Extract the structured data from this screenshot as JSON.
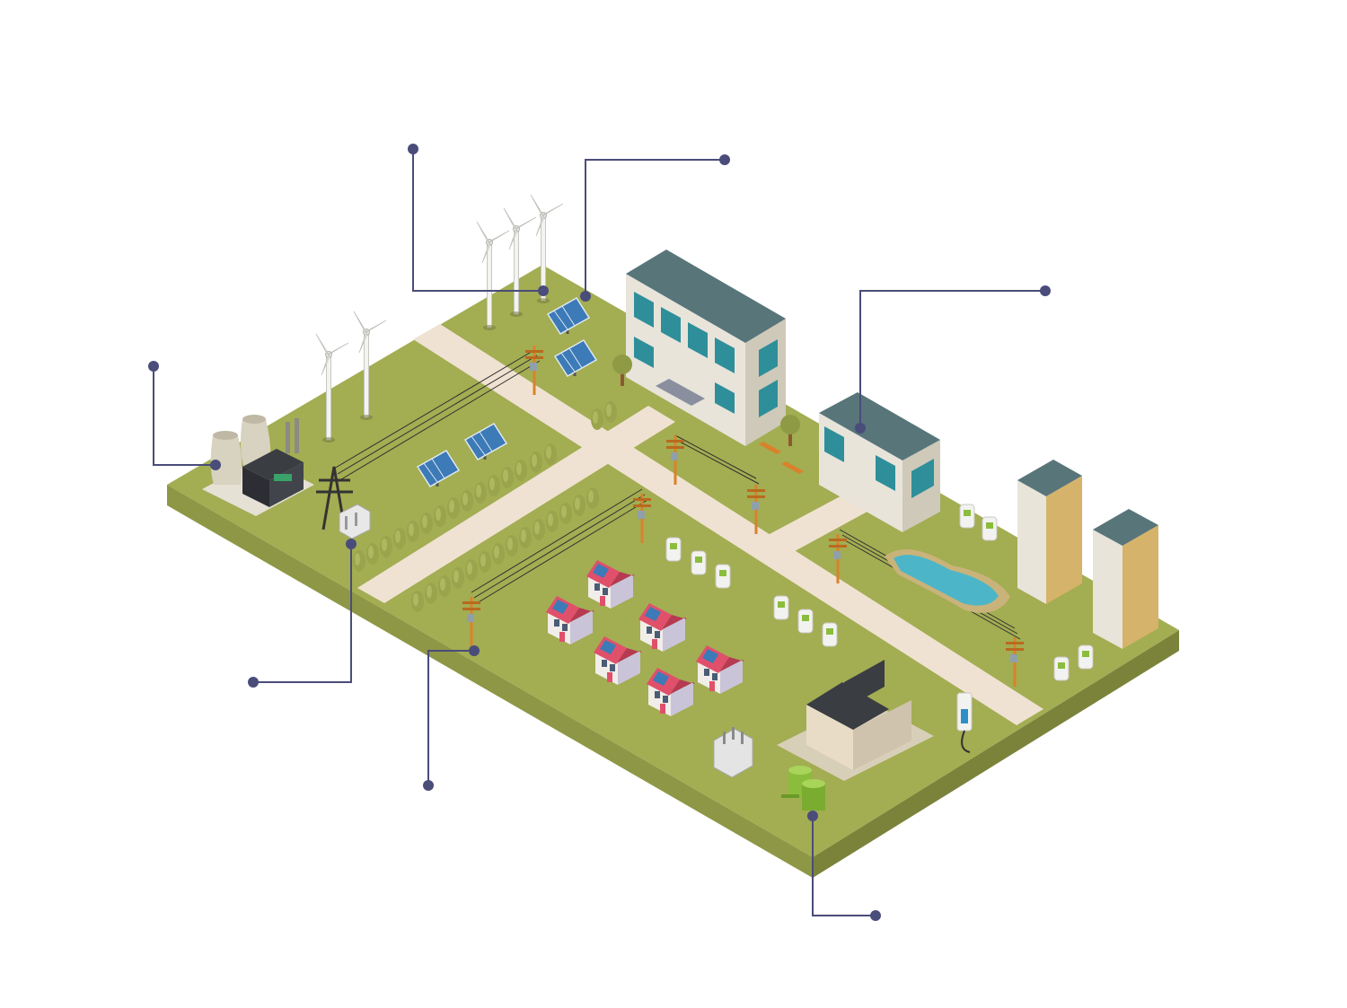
{
  "palette": {
    "ground_top": "#a3ad52",
    "ground_side_left": "#8e9746",
    "ground_side_right": "#7b833b",
    "road": "#efe2d2",
    "callout": "#4a4c7a",
    "building_wall": "#e8e4da",
    "window": "#2e8f9a",
    "roof": "#58757a",
    "house_roof": "#e0506b",
    "pond": "#4cb6c8",
    "shrub": "#9aa44c",
    "barrel": "#8bbd3c"
  },
  "callouts": [
    {
      "id": "power-plant",
      "icon": "power-plant"
    },
    {
      "id": "wind-turbines",
      "icon": "wind-turbine"
    },
    {
      "id": "solar-panels",
      "icon": "solar-panel"
    },
    {
      "id": "office-building",
      "icon": "office-building"
    },
    {
      "id": "substation-transformer",
      "icon": "transformer"
    },
    {
      "id": "distribution-line",
      "icon": "power-line"
    },
    {
      "id": "bio-fuel-storage",
      "icon": "barrel"
    }
  ]
}
